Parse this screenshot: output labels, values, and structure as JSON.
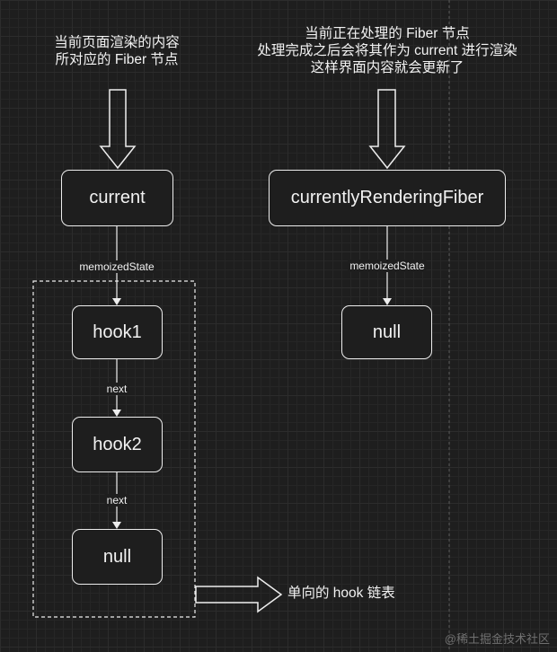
{
  "captions": {
    "left": [
      "当前页面渲染的内容",
      "所对应的 Fiber 节点"
    ],
    "right": [
      "当前正在处理的 Fiber 节点",
      "处理完成之后会将其作为 current 进行渲染",
      "这样界面内容就会更新了"
    ]
  },
  "nodes": {
    "current": "current",
    "hook1": "hook1",
    "hook2": "hook2",
    "null_left": "null",
    "currently_rendering_fiber": "currentlyRenderingFiber",
    "null_right": "null"
  },
  "edges": {
    "current_to_hook1": "memoizedState",
    "hook1_to_hook2": "next",
    "hook2_to_null": "next",
    "fiber_to_null": "memoizedState"
  },
  "linked_list_label": "单向的 hook 链表",
  "watermark": "@稀土掘金技术社区",
  "colors": {
    "background": "#1e1e1e",
    "stroke": "#ededed",
    "text": "#f2f2f2"
  }
}
